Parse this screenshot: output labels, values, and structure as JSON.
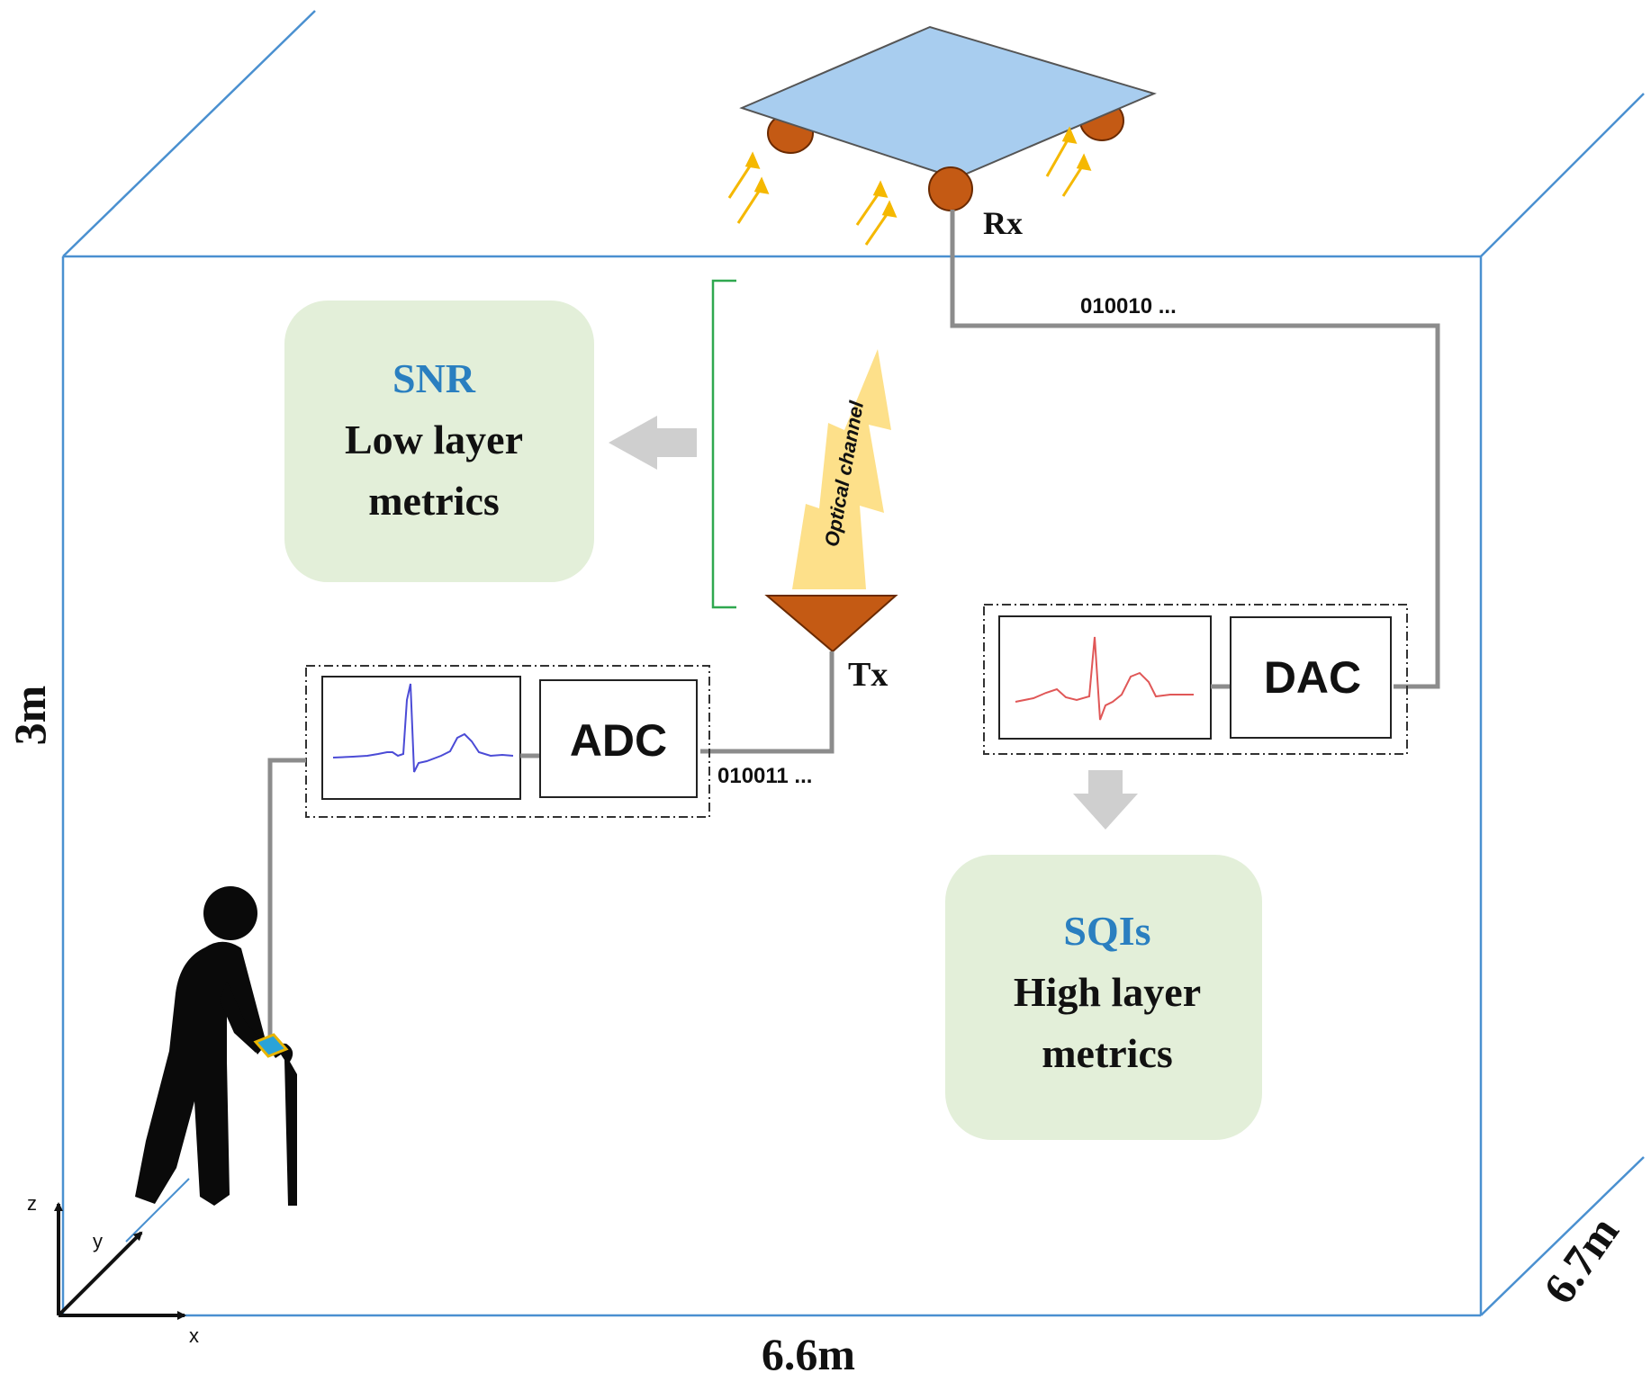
{
  "dimensions": {
    "width": "6.6m",
    "height": "3m",
    "depth": "6.7m"
  },
  "axes": {
    "x": "x",
    "y": "y",
    "z": "z"
  },
  "receiver": {
    "label": "Rx",
    "bits": "010010 ..."
  },
  "transmitter": {
    "label": "Tx",
    "bits": "010011 ..."
  },
  "channel": {
    "label": "Optical channel"
  },
  "converters": {
    "adc": "ADC",
    "dac": "DAC"
  },
  "low_layer": {
    "title": "SNR",
    "line1": "Low layer",
    "line2": "metrics"
  },
  "high_layer": {
    "title": "SQIs",
    "line1": "High layer",
    "line2": "metrics"
  },
  "colors": {
    "room_edge": "#4a90d0",
    "metric_title": "#2a7fc0",
    "metric_box": "#e3efd9",
    "panel": "#a8cdef",
    "led": "#c45a14",
    "wire": "#8c8c8c",
    "ecg_tx": "#4b4bd6",
    "ecg_rx": "#e05757",
    "light_arrow": "#f5b800",
    "beam": "#fde08a"
  }
}
